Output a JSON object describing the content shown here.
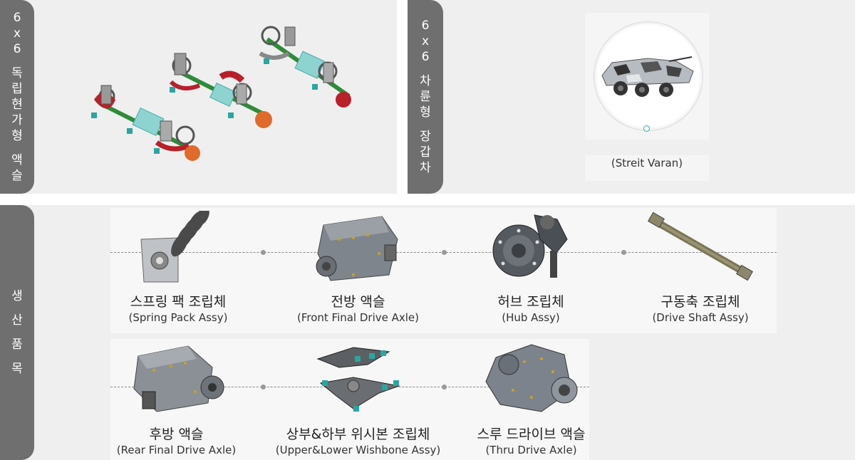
{
  "sections": {
    "axle_tab": {
      "label_lines": [
        "6",
        "x",
        "6",
        "",
        "독",
        "립",
        "현",
        "가",
        "형",
        "",
        "액",
        "슬"
      ]
    },
    "vehicle_tab": {
      "label_lines": [
        "6",
        "x",
        "6",
        "",
        "차",
        "륜",
        "형",
        "",
        "장",
        "갑",
        "차"
      ]
    },
    "products_tab": {
      "label_lines": [
        "생",
        "",
        "산",
        "",
        "품",
        "",
        "목"
      ]
    }
  },
  "vehicle": {
    "caption": "(Streit Varan)"
  },
  "products": [
    {
      "ko": "스프링 팩 조립체",
      "en": "(Spring Pack Assy)"
    },
    {
      "ko": "전방 액슬",
      "en": "(Front Final Drive Axle)"
    },
    {
      "ko": "허브 조립체",
      "en": "(Hub Assy)"
    },
    {
      "ko": "구동축 조립체",
      "en": "(Drive Shaft Assy)"
    },
    {
      "ko": "후방 액슬",
      "en": "(Rear Final Drive Axle)"
    },
    {
      "ko": "상부&하부 위시본 조립체",
      "en": "(Upper&Lower Wishbone Assy)"
    },
    {
      "ko": "스루 드라이브 액슬",
      "en": "(Thru Drive Axle)"
    }
  ],
  "colors": {
    "tab": "#6f6f6f",
    "panel": "#efefef",
    "accent_red": "#b8202a",
    "accent_teal": "#2aa6a0"
  }
}
